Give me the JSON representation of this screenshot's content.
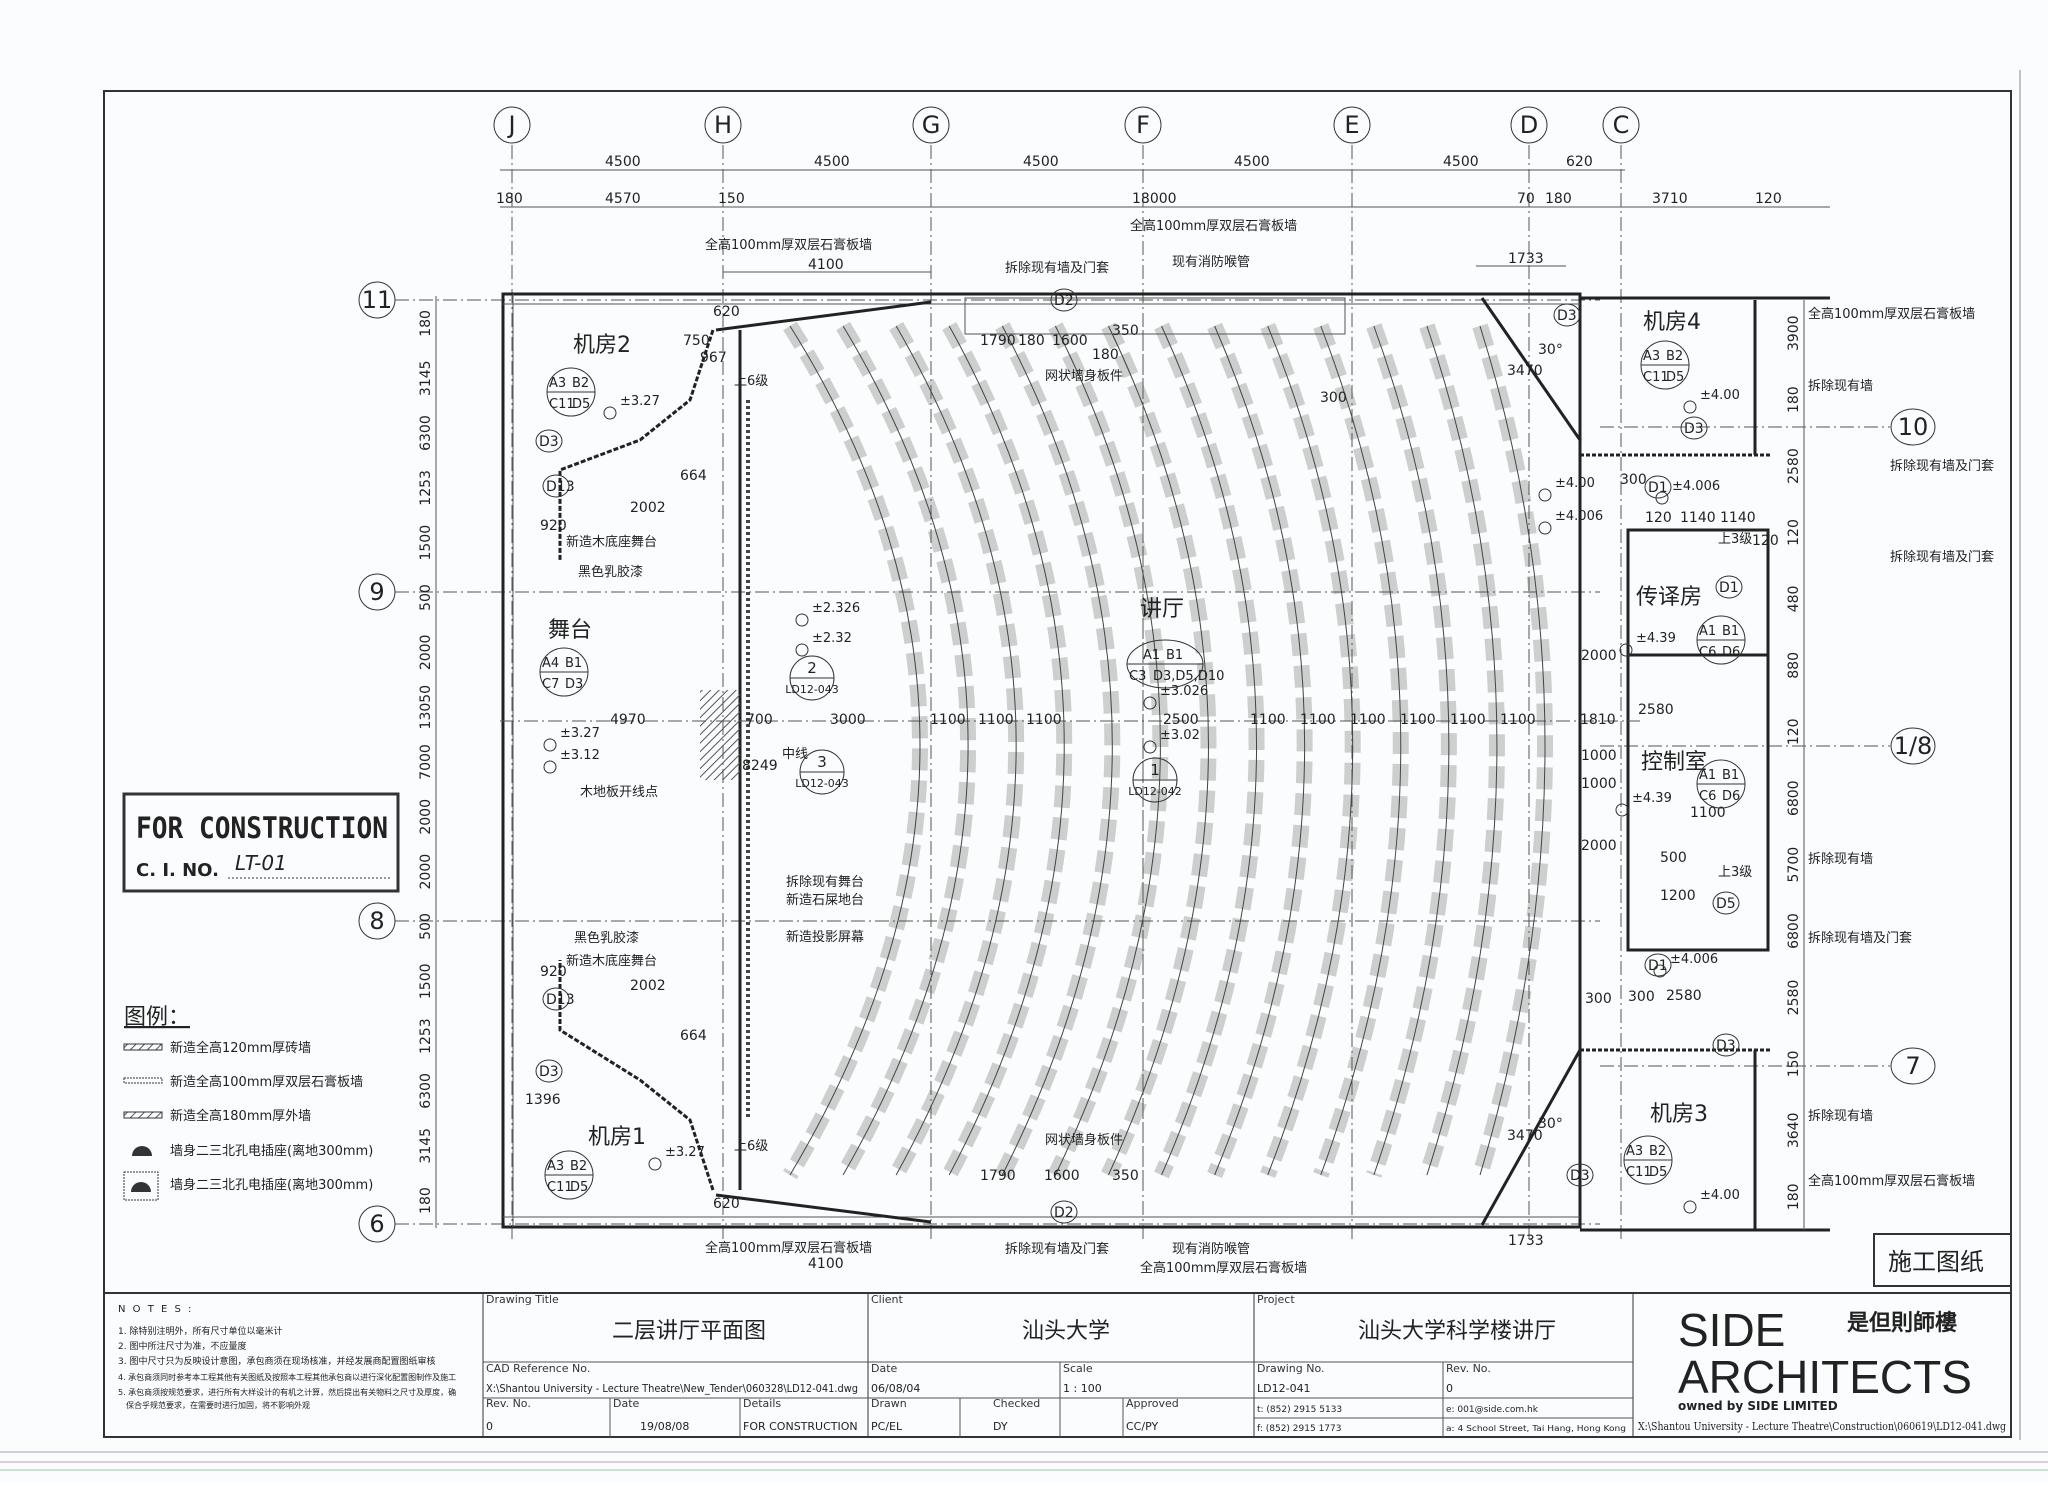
{
  "grid_columns": [
    "J",
    "H",
    "G",
    "F",
    "E",
    "D",
    "C"
  ],
  "grid_rows_left": [
    "11",
    "9",
    "8",
    "6"
  ],
  "grid_rows_right": [
    "10",
    "1/8",
    "7"
  ],
  "dims_top_1": [
    "4500",
    "4500",
    "4500",
    "4500",
    "4500",
    "620"
  ],
  "dims_top_2": [
    "180",
    "4570",
    "150",
    "18000",
    "70",
    "180",
    "3710",
    "120"
  ],
  "dims_top_3": [
    "4100",
    "1733"
  ],
  "dims_bottom": [
    "4100",
    "1733"
  ],
  "dims_left": [
    "180",
    "3145",
    "6300",
    "1253",
    "1500",
    "500",
    "2000",
    "13050",
    "7000",
    "2000",
    "2000",
    "500",
    "1500",
    "1253",
    "6300",
    "3145",
    "180"
  ],
  "dims_right": [
    "3900",
    "180",
    "2580",
    "120",
    "480",
    "880",
    "120",
    "6800",
    "5700",
    "6800",
    "2580",
    "150",
    "3640",
    "180"
  ],
  "dims_center_row": [
    "4970",
    "700",
    "3000",
    "1100",
    "1100",
    "1100",
    "2500",
    "1100",
    "1100",
    "1100",
    "1100",
    "1100",
    "1100",
    "1810"
  ],
  "dims_misc": [
    "1790",
    "180",
    "1600",
    "180",
    "350",
    "1790",
    "1600",
    "350",
    "2002",
    "2002",
    "920",
    "920",
    "664",
    "664",
    "967",
    "1396",
    "2580",
    "2580",
    "1140",
    "1140",
    "120",
    "120",
    "1100",
    "500",
    "1200",
    "300",
    "8249",
    "300",
    "300",
    "620",
    "620",
    "750",
    "30°",
    "30°",
    "3470",
    "3470",
    "1000",
    "1000",
    "2000",
    "2000",
    "300",
    "D3",
    "D3",
    "D3",
    "D3",
    "D3",
    "D3",
    "D13",
    "D13",
    "D2",
    "D2",
    "D1",
    "D1",
    "D1",
    "D5"
  ],
  "rooms": [
    {
      "name": "机房2",
      "tag": [
        "A3",
        "B2",
        "C11",
        "D5"
      ]
    },
    {
      "name": "舞台",
      "tag": [
        "A4",
        "B1",
        "C7",
        "D3"
      ]
    },
    {
      "name": "讲厅",
      "tag": [
        "A1",
        "B1",
        "C3",
        "D3,D5,D10"
      ]
    },
    {
      "name": "机房4",
      "tag": [
        "A3",
        "B2",
        "C11",
        "D5"
      ]
    },
    {
      "name": "传译房",
      "tag": [
        "A1",
        "B1",
        "C6",
        "D6"
      ]
    },
    {
      "name": "控制室",
      "tag": [
        "A1",
        "B1",
        "C6",
        "D6"
      ]
    },
    {
      "name": "机房1",
      "tag": [
        "A3",
        "B2",
        "C11",
        "D5"
      ]
    },
    {
      "name": "机房3",
      "tag": [
        "A3",
        "B2",
        "C11",
        "D5"
      ]
    }
  ],
  "levels": [
    "±3.27",
    "±2.326",
    "±2.32",
    "±3.27",
    "±3.12",
    "±3.026",
    "±3.02",
    "±4.00",
    "±4.00",
    "±4.006",
    "±4.006",
    "±4.39",
    "±4.39",
    "±4.006",
    "±3.27",
    "±4.00"
  ],
  "sections": [
    {
      "num": "2",
      "ref": "LD12-043"
    },
    {
      "num": "3",
      "ref": "LD12-043"
    },
    {
      "num": "1",
      "ref": "LD12-042"
    }
  ],
  "annotations": {
    "partition_wall": "全高100mm厚双层石膏板墙",
    "remove_wall_door": "拆除现有墙及门套",
    "fire_hose": "现有消防喉管",
    "mesh_panel": "网状墙身板件",
    "new_stage": "新造木底座舞台",
    "black_paint": "黑色乳胶漆",
    "remove_stage": "拆除现有舞台",
    "new_slab": "新造石屎地台",
    "new_screen": "新造投影屏幕",
    "centre_line": "中线",
    "floor_start": "木地板开线点",
    "remove_wall": "拆除现有墙",
    "up6": "上6级",
    "up3": "上3级"
  },
  "stamp": {
    "title": "FOR CONSTRUCTION",
    "ci_label": "C. I. NO.",
    "ci_value": "LT-01"
  },
  "legend": {
    "title": "图例：",
    "items": [
      "新造全高120mm厚砖墙",
      "新造全高100mm厚双层石膏板墙",
      "新造全高180mm厚外墙",
      "墙身二三北孔电插座(离地300mm)",
      "墙身二三北孔电插座(离地300mm)"
    ]
  },
  "construction_label": "施工图纸",
  "notes": {
    "title": "N O T E S :",
    "items": [
      "1. 除特别注明外，所有尺寸单位以毫米计",
      "2. 图中所注尺寸为准，不应量度",
      "3. 图中尺寸只为反映设计意图，承包商须在现场核准，并经发展商配置图纸审核",
      "4. 承包商须同时参考本工程其他有关图纸及按照本工程其他承包商以进行深化配置图制作及施工",
      "5. 承包商须按规范要求，进行所有大样设计的有机之计算，然后提出有关物料之尺寸及厚度，确",
      "保合乎规范要求，在需要时进行加固，将不影响外观"
    ]
  },
  "title_block": {
    "drawing_title_label": "Drawing Title",
    "drawing_title": "二层讲厅平面图",
    "client_label": "Client",
    "client": "汕头大学",
    "project_label": "Project",
    "project": "汕头大学科学楼讲厅",
    "cad_ref_label": "CAD Reference No.",
    "cad_ref": "X:\\Shantou University - Lecture Theatre\\New_Tender\\060328\\LD12-041.dwg",
    "date_label": "Date",
    "date": "06/08/04",
    "scale_label": "Scale",
    "scale": "1 : 100",
    "drawing_no_label": "Drawing No.",
    "drawing_no": "LD12-041",
    "rev_no_label": "Rev. No.",
    "rev_no": "0",
    "rev_label": "Rev. No.",
    "rev": "0",
    "rev_date_label": "Date",
    "rev_date": "19/08/08",
    "details_label": "Details",
    "details": "FOR CONSTRUCTION",
    "drawn_label": "Drawn",
    "drawn": "PC/EL",
    "checked_label": "Checked",
    "checked": "DY",
    "approved_label": "Approved",
    "approved": "CC/PY",
    "tel": "t: (852) 2915 5133",
    "email": "e: 001@side.com.hk",
    "fax": "f: (852) 2915 1773",
    "address": "a: 4 School Street, Tai Hang, Hong Kong",
    "file_path": "X:\\Shantou University - Lecture Theatre\\Construction\\060619\\LD12-041.dwg"
  },
  "logo": {
    "line1": "SIDE",
    "chinese": "是但則師樓",
    "line2": "ARCHITECTS",
    "owned": "owned by SIDE LIMITED"
  },
  "seating": {
    "rows": 14
  }
}
